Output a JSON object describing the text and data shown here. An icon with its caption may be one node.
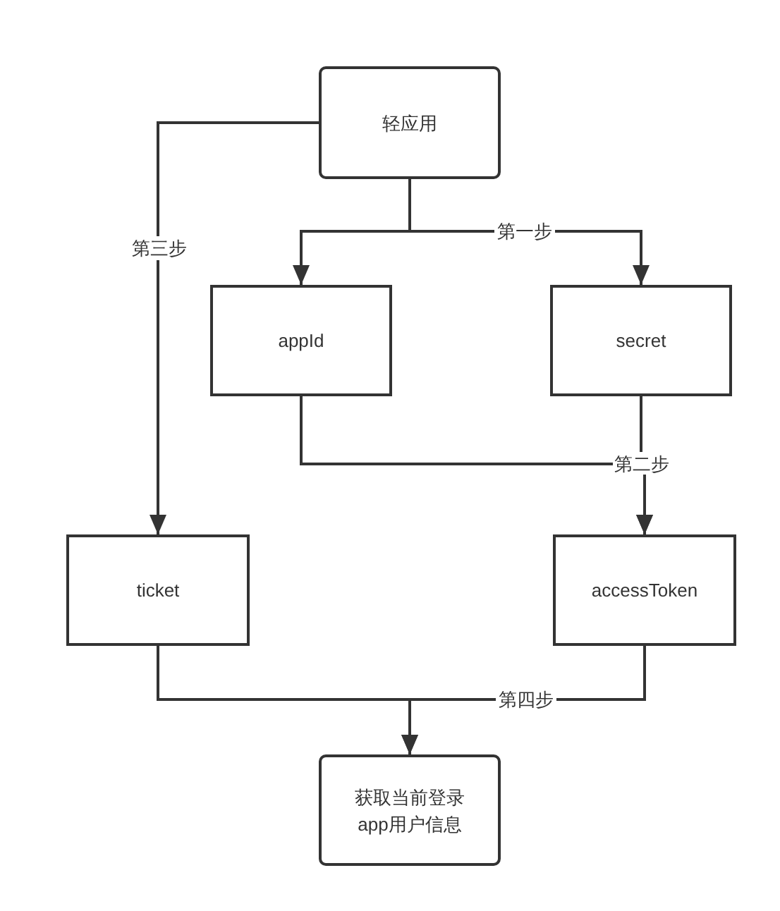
{
  "diagram": {
    "nodes": [
      {
        "text": [
          "轻应用"
        ]
      },
      {
        "text": [
          "appId"
        ]
      },
      {
        "text": [
          "secret"
        ]
      },
      {
        "text": [
          "ticket"
        ]
      },
      {
        "text": [
          "accessToken"
        ]
      },
      {
        "text": [
          "获取当前登录app用户信息"
        ]
      }
    ],
    "edges": [
      {
        "from": 0,
        "to": 1,
        "arrow": "to"
      },
      {
        "from": 0,
        "to": 2,
        "arrow": "to",
        "label": "第一步"
      },
      {
        "from": 0,
        "to": 3,
        "arrow": "to",
        "label": "第三步"
      },
      {
        "from": 1,
        "to": 4,
        "arrow": "to"
      },
      {
        "from": 2,
        "to": 4,
        "arrow": "to",
        "label": "第二步"
      },
      {
        "from": 3,
        "to": 5,
        "arrow": "to"
      },
      {
        "from": 4,
        "to": 5,
        "arrow": "to",
        "label": "第四步"
      }
    ]
  }
}
